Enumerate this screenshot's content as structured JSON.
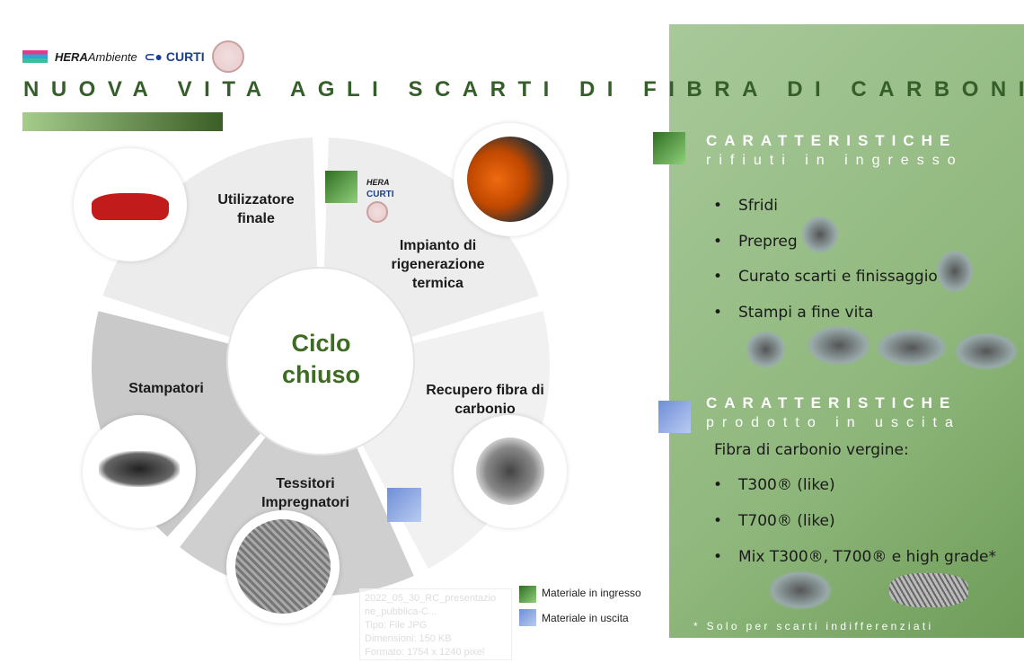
{
  "logos": {
    "hera": "HERA",
    "hera_suffix": "mbiente",
    "curti": "CURTI"
  },
  "title": "NUOVA VITA AGLI SCARTI DI FIBRA DI CARBONIO",
  "diagram": {
    "center": "Ciclo chiuso",
    "segments": [
      "Utilizzatore finale",
      "Impianto di rigenerazione termica",
      "Recupero fibra di carbonio",
      "Tessitori Impregnatori",
      "Stampatori"
    ]
  },
  "legend": {
    "input": "Materiale in ingresso",
    "output": "Materiale in uscita"
  },
  "tooltip": [
    "2022_05_30_RC_presentazio",
    "ne_pubblica-C...",
    "Tipo: File JPG",
    "Dimensioni: 150 KB",
    "Formato: 1754 x 1240 pixel"
  ],
  "panel": {
    "input_heading": "CARATTERISTICHE",
    "input_sub": "rifiuti in ingresso",
    "input_items": [
      "Sfridi",
      "Prepreg",
      "Curato scarti e finissaggio",
      "Stampi a fine vita"
    ],
    "output_heading": "CARATTERISTICHE",
    "output_sub": "prodotto in uscita",
    "output_intro": "Fibra di carbonio vergine:",
    "output_items": [
      "T300® (like)",
      "T700® (like)",
      "Mix T300®, T700® e high grade*"
    ],
    "footnote": "* Solo per scarti indifferenziati"
  },
  "colors": {
    "green": "#355e2a",
    "panel": "#8fb77c",
    "blue": "#8aa6e4"
  }
}
